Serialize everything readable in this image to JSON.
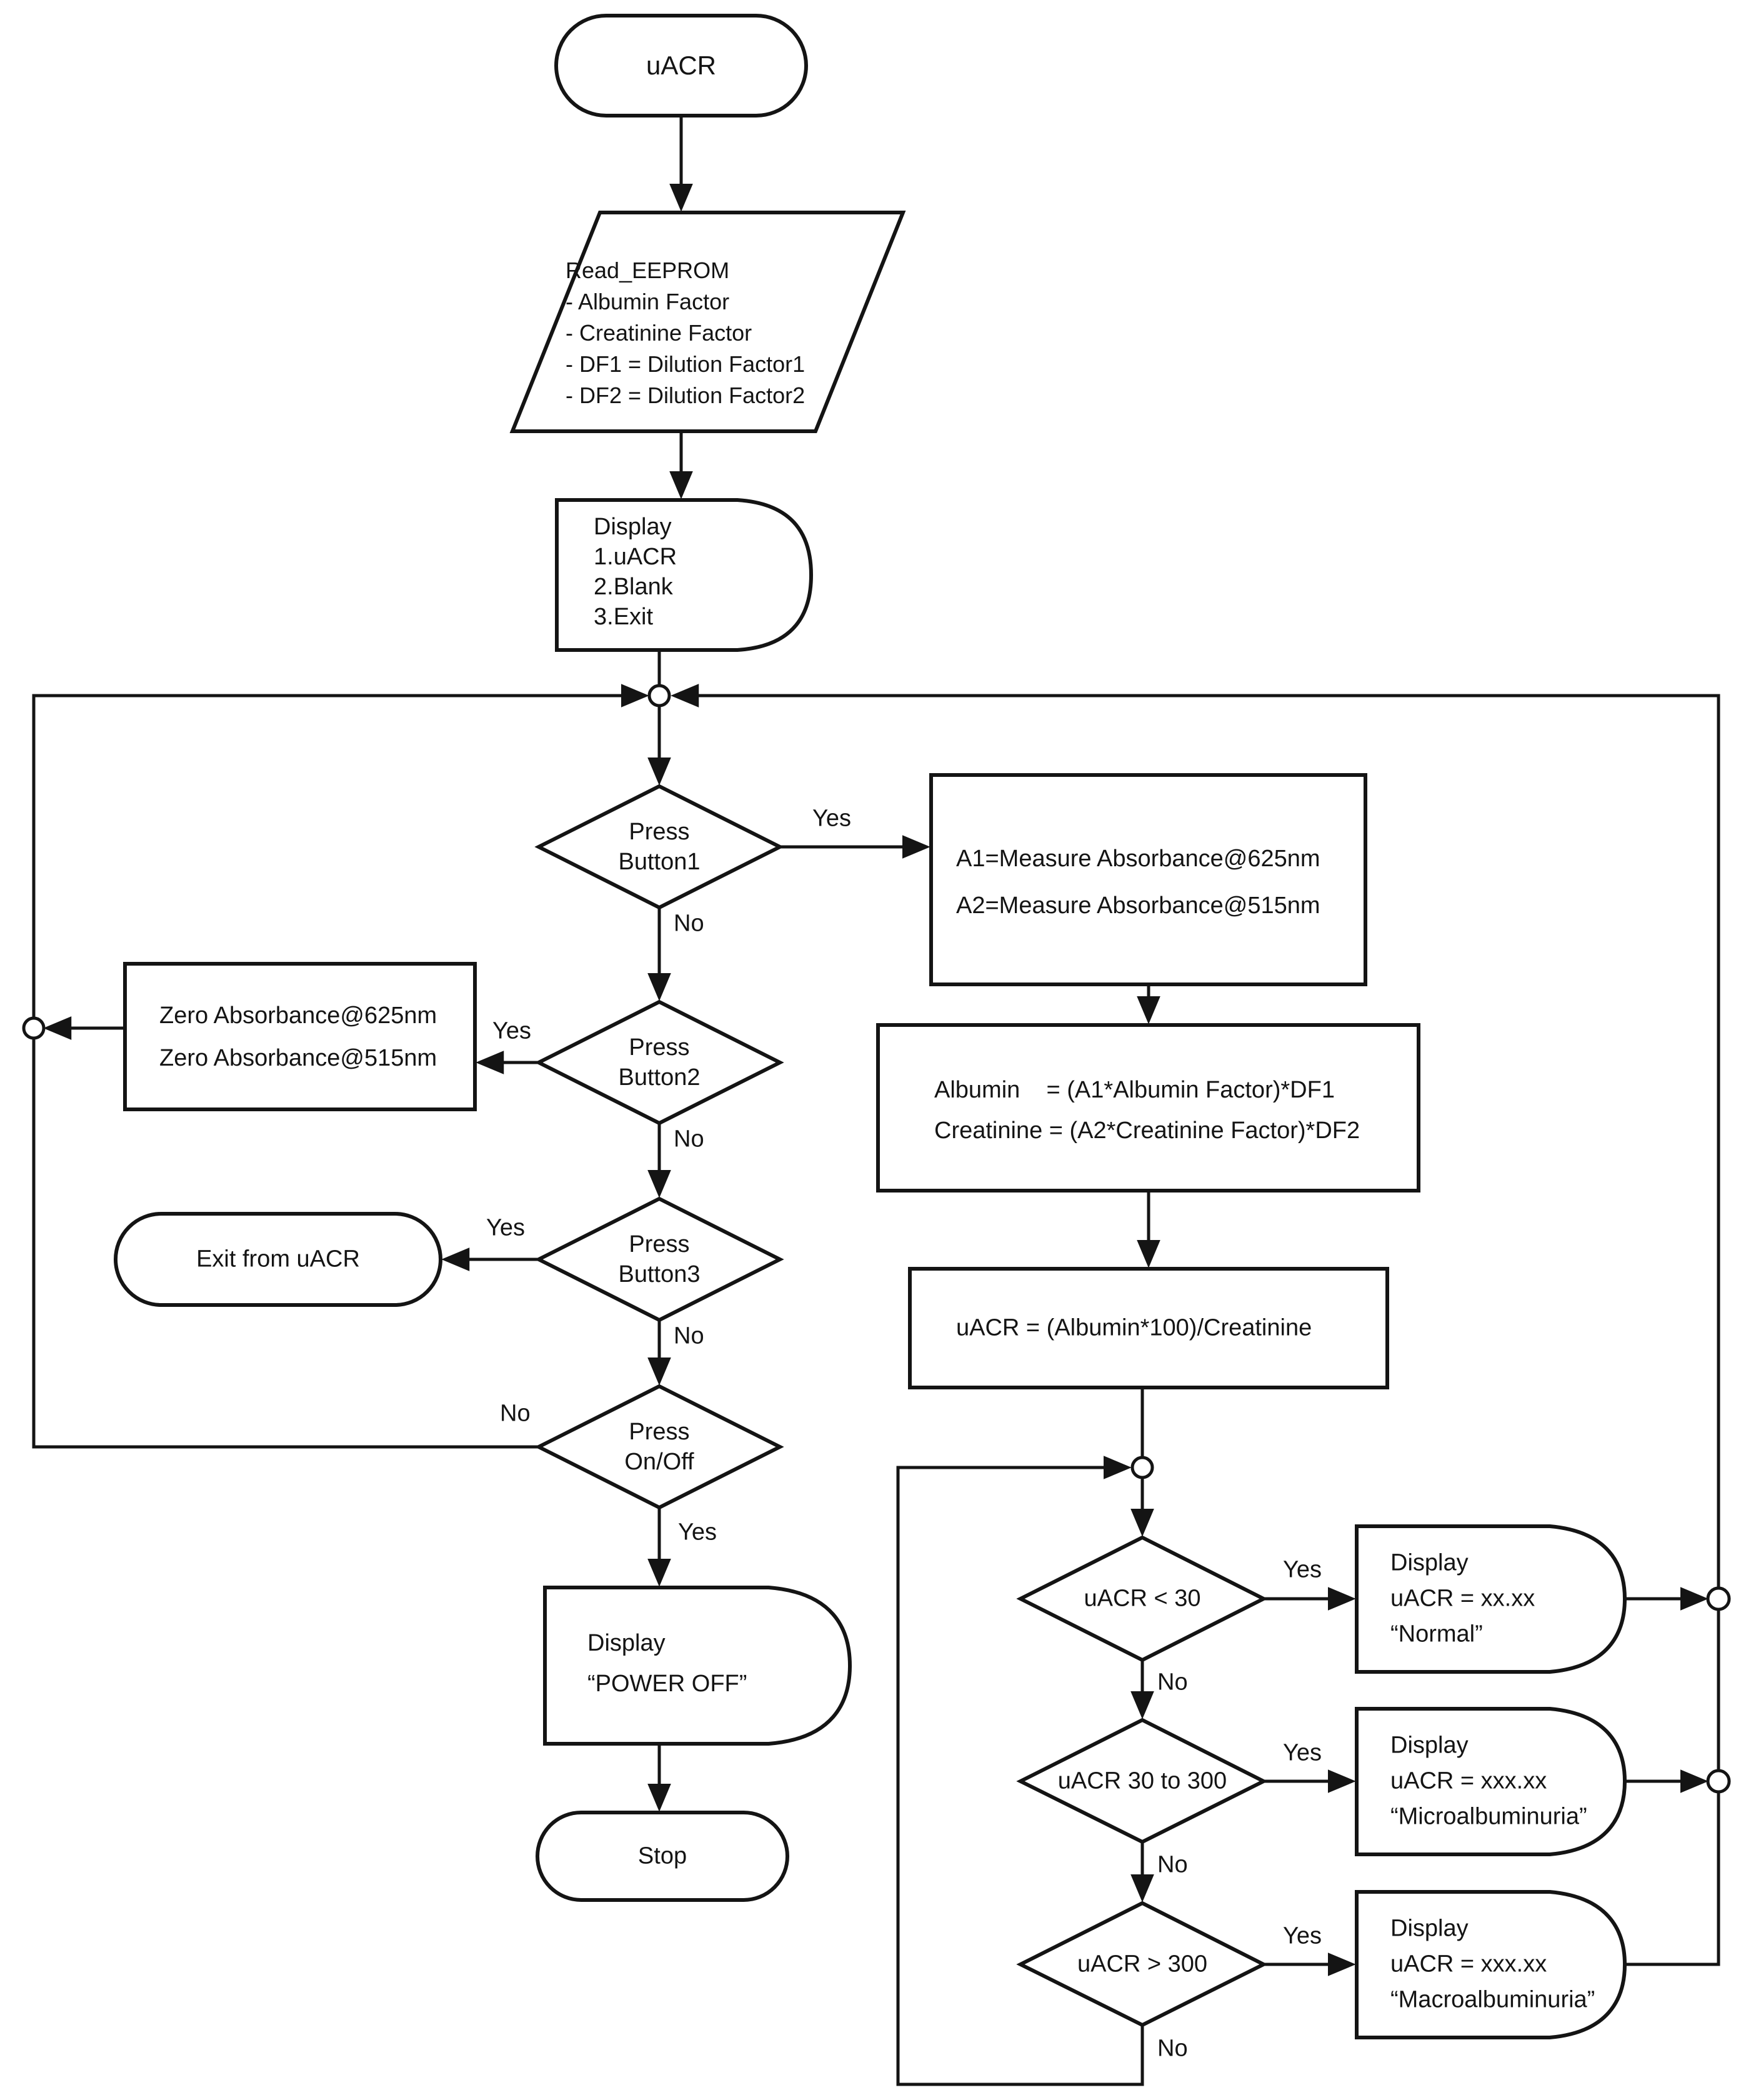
{
  "colors": {
    "stroke": "#141414",
    "background": "#ffffff"
  },
  "nodes": {
    "start": {
      "label": "uACR"
    },
    "read_eeprom": {
      "label": "Read_EEPROM\n- Albumin Factor\n- Creatinine Factor\n- DF1 = Dilution Factor1\n- DF2 = Dilution Factor2"
    },
    "menu": {
      "label": "Display\n1.uACR\n2.Blank\n3.Exit"
    },
    "press_button1": {
      "label": "Press\nButton1"
    },
    "measure": {
      "label": "A1=Measure Absorbance@625nm\nA2=Measure Absorbance@515nm"
    },
    "press_button2": {
      "label": "Press\nButton2"
    },
    "zero": {
      "label": "Zero Absorbance@625nm\nZero Absorbance@515nm"
    },
    "press_button3": {
      "label": "Press\nButton3"
    },
    "exit": {
      "label": "Exit from uACR"
    },
    "press_onoff": {
      "label": "Press\nOn/Off"
    },
    "power_off": {
      "label": "Display\n“POWER OFF”"
    },
    "stop": {
      "label": "Stop"
    },
    "calc": {
      "label": "Albumin    = (A1*Albumin Factor)*DF1\nCreatinine = (A2*Creatinine Factor)*DF2"
    },
    "ratio": {
      "label": "uACR = (Albumin*100)/Creatinine"
    },
    "d_lt30": {
      "label": "uACR < 30"
    },
    "d_30to300": {
      "label": "uACR 30 to 300"
    },
    "d_gt300": {
      "label": "uACR > 300"
    },
    "disp_normal": {
      "label": "Display\nuACR = xx.xx\n“Normal”"
    },
    "disp_micro": {
      "label": "Display\nuACR = xxx.xx\n“Microalbuminuria”"
    },
    "disp_macro": {
      "label": "Display\nuACR = xxx.xx\n“Macroalbuminuria”"
    }
  },
  "edge_labels": {
    "b1_yes": "Yes",
    "b1_no": "No",
    "b2_yes": "Yes",
    "b2_no": "No",
    "b3_yes": "Yes",
    "b3_no": "No",
    "onoff_no": "No",
    "onoff_yes": "Yes",
    "lt30_yes": "Yes",
    "lt30_no": "No",
    "t300_yes": "Yes",
    "t300_no": "No",
    "gt300_yes": "Yes",
    "gt300_no": "No"
  }
}
